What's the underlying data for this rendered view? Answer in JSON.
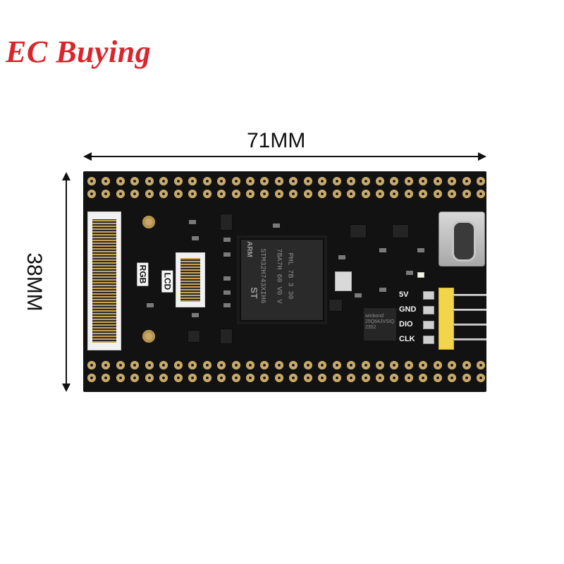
{
  "brand": {
    "text": "EC Buying",
    "color": "#d9262c"
  },
  "dimensions": {
    "width_label": "71MM",
    "height_label": "38MM"
  },
  "board": {
    "silkscreen": {
      "rgb": "RGB",
      "lcd": "LCD"
    },
    "mcu": {
      "logo": "ARM",
      "part": "STM32H743XIH6",
      "line2": "7BA7H 60 V0 V",
      "line3": "PHL 7B 3 30"
    },
    "flash": {
      "brand": "winbond",
      "part": "25Q64JVSIQ",
      "code": "2352"
    },
    "header_pins": [
      "5V",
      "GND",
      "DIO",
      "CLK"
    ],
    "colors": {
      "pcb": "#121212",
      "pads": "#d4b678",
      "header": "#f2d54a"
    }
  }
}
